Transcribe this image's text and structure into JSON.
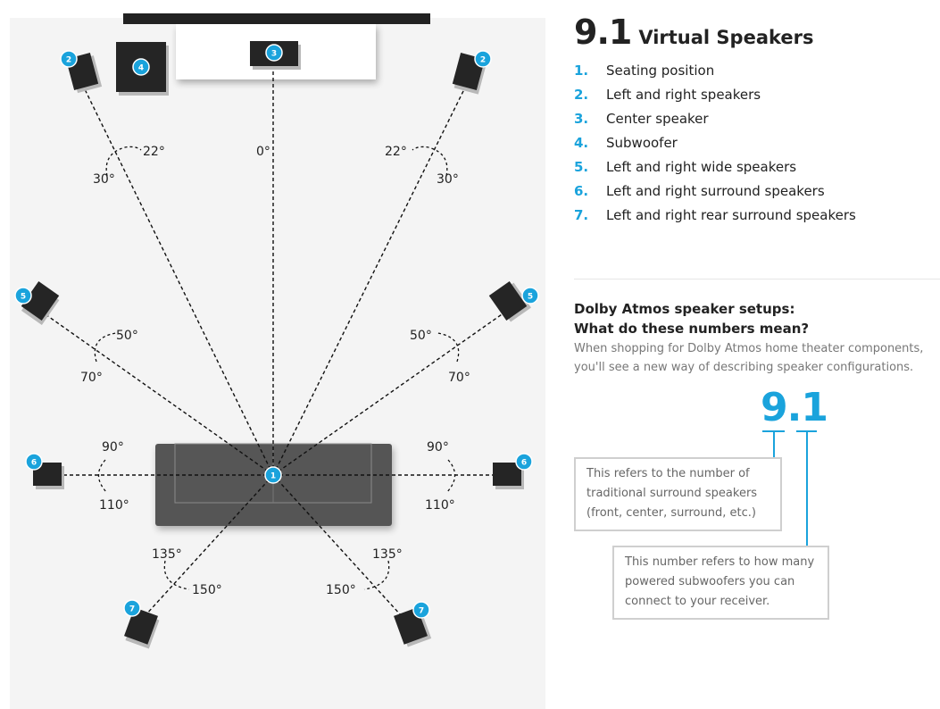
{
  "title": {
    "number": "9.1",
    "text": "Virtual Speakers"
  },
  "legend": [
    {
      "num": "1.",
      "label": "Seating position"
    },
    {
      "num": "2.",
      "label": "Left and right speakers"
    },
    {
      "num": "3.",
      "label": "Center speaker"
    },
    {
      "num": "4.",
      "label": "Subwoofer"
    },
    {
      "num": "5.",
      "label": "Left and right wide speakers"
    },
    {
      "num": "6.",
      "label": "Left and right surround speakers"
    },
    {
      "num": "7.",
      "label": "Left and right rear surround speakers"
    }
  ],
  "explainer": {
    "heading_line1": "Dolby Atmos speaker setups:",
    "heading_line2": "What do these numbers mean?",
    "description_line1": "When shopping for Dolby Atmos home theater components,",
    "description_line2": "you'll see a new way of describing speaker configurations.",
    "config_number": "9.1",
    "callout_main": [
      "This refers to the number of",
      "traditional surround speakers",
      "(front, center, surround, etc.)"
    ],
    "callout_sub": [
      "This number refers to how many",
      "powered subwoofers you can",
      "connect to your receiver."
    ]
  },
  "diagram": {
    "accent_color": "#1aa3dc",
    "speaker_badges": [
      "1",
      "2",
      "2",
      "3",
      "4",
      "5",
      "5",
      "6",
      "6",
      "7",
      "7"
    ],
    "angle_labels": {
      "center": "0°",
      "front_left_min": "22°",
      "front_left_max": "30°",
      "front_right_min": "22°",
      "front_right_max": "30°",
      "wide_left_min": "50°",
      "wide_left_max": "70°",
      "wide_right_min": "50°",
      "wide_right_max": "70°",
      "surround_left_min": "90°",
      "surround_left_max": "110°",
      "surround_right_min": "90°",
      "surround_right_max": "110°",
      "rear_left_min": "135°",
      "rear_left_max": "150°",
      "rear_right_min": "135°",
      "rear_right_max": "150°"
    }
  }
}
